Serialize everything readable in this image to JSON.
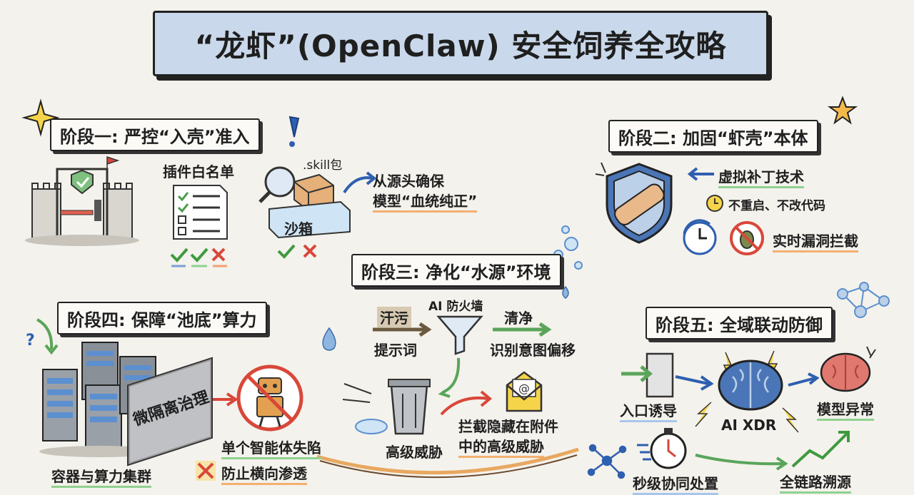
{
  "title": "“龙虾”(OpenClaw) 安全饲养全攻略",
  "stage1": {
    "heading": "阶段一: 严控“入壳”准入",
    "whitelist": "插件白名单",
    "skill_pkg": ".skill包",
    "sandbox": "沙箱",
    "result_line1": "从源头确保",
    "result_line2": "模型“血统纯正”"
  },
  "stage2": {
    "heading": "阶段二: 加固“虾壳”本体",
    "patch": "虚拟补丁技术",
    "no_restart": "不重启、不改代码",
    "realtime": "实时漏洞拦截"
  },
  "stage3": {
    "heading": "阶段三: 净化“水源”环境",
    "dirty": "汗污",
    "prompt": "提示词",
    "firewall": "AI 防火墙",
    "clean": "清净",
    "intent": "识别意图偏移",
    "threat": "高级威胁",
    "attach_line1": "拦截隐藏在附件",
    "attach_line2": "中的高级威胁"
  },
  "stage4": {
    "heading": "阶段四: 保障“池底”算力",
    "microseg": "微隔离治理",
    "single_agent": "单个智能体失陷",
    "lateral": "防止横向渗透",
    "cluster": "容器与算力集群"
  },
  "stage5": {
    "heading": "阶段五: 全域联动防御",
    "entry": "入口诱导",
    "xdr": "AI XDR",
    "anomaly": "模型异常",
    "seconds": "秒级协同处置",
    "trace": "全链路溯源"
  },
  "colors": {
    "title_bg": "#c9d8ea",
    "green": "#5aa55a",
    "red": "#d9473a",
    "orange": "#f3b070",
    "blue": "#5b8fd0"
  }
}
